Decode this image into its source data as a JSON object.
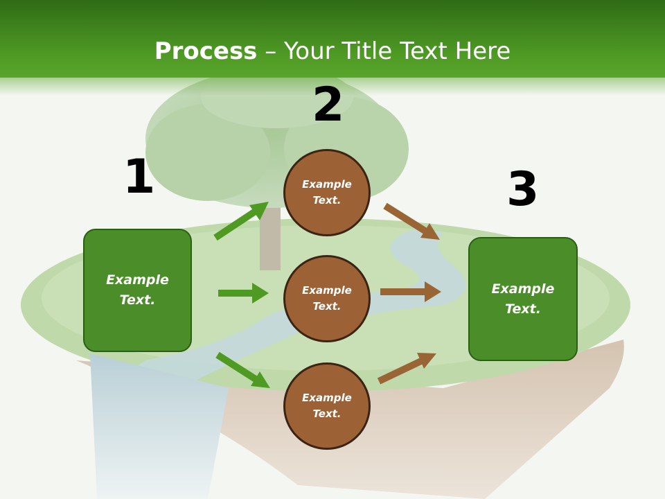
{
  "slide": {
    "title_bold": "Process",
    "title_rest": " – Your Title Text Here",
    "steps": [
      {
        "number": "1",
        "text_line1": "Example",
        "text_line2": "Text."
      },
      {
        "number": "2"
      },
      {
        "number": "3",
        "text_line1": "Example",
        "text_line2": "Text."
      }
    ],
    "circles": [
      {
        "text_line1": "Example",
        "text_line2": "Text."
      },
      {
        "text_line1": "Example",
        "text_line2": "Text."
      },
      {
        "text_line1": "Example",
        "text_line2": "Text."
      }
    ]
  },
  "colors": {
    "header_green": "#4e9a24",
    "box_green": "#4b8d28",
    "circle_brown": "#9c6236",
    "arrow_green": "#4f9a23",
    "arrow_brown": "#9a6535"
  }
}
